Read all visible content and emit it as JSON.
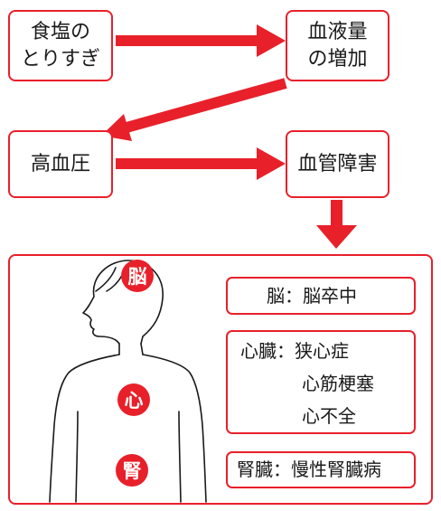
{
  "flow": {
    "salt": "食塩の\nとりすぎ",
    "blood_volume": "血液量\nの増加",
    "hypertension": "高血圧",
    "vascular": "血管障害"
  },
  "organs": {
    "brain_badge": "脳",
    "heart_badge": "心",
    "kidney_badge": "腎",
    "brain_line": "脳：脳卒中",
    "heart_line1": "心臓：狭心症",
    "heart_line2": "心筋梗塞",
    "heart_line3": "心不全",
    "kidney_line": "腎臓：慢性腎臓病"
  },
  "colors": {
    "accent": "#e8202a"
  }
}
